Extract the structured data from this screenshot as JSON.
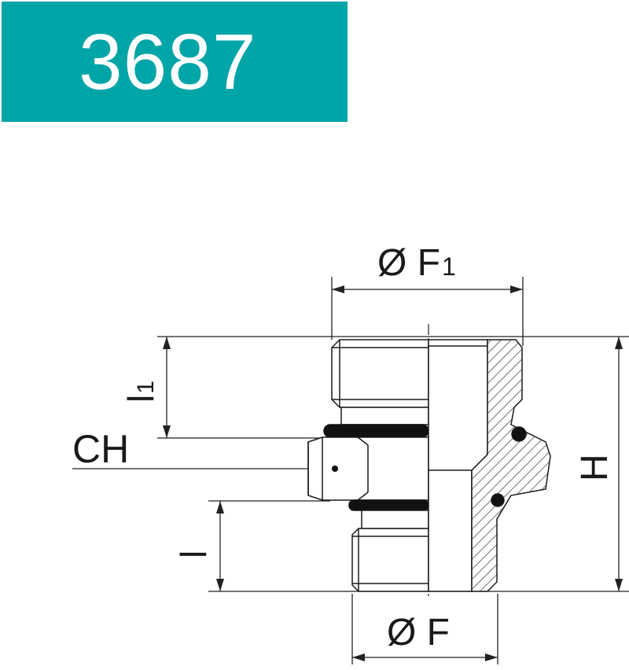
{
  "header": {
    "code": "3687",
    "color": "#00a5a7"
  },
  "labels": {
    "f1_symbol": "Ø F",
    "f1_sub": "1",
    "f_label": "Ø F",
    "h_label": "H",
    "ch_label": "CH",
    "l1_symbol": "l",
    "l1_sub": "1",
    "l_label": "l"
  }
}
